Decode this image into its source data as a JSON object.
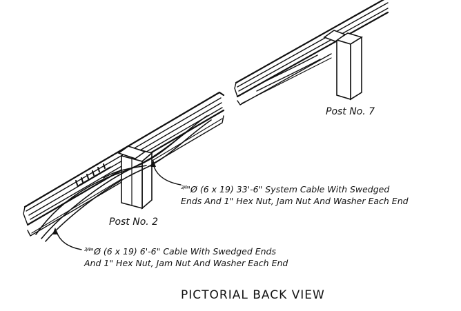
{
  "posts": [
    {
      "label": "Post No. 2"
    },
    {
      "label": "Post No. 7"
    }
  ],
  "callouts": {
    "system_cable": {
      "fraction": "3/4",
      "line1_rest": "\"Ø (6 x 19) 33'-6\" System Cable With Swedged",
      "line2": "Ends And 1\" Hex Nut, Jam Nut And Washer Each End"
    },
    "short_cable": {
      "fraction": "3/4",
      "line1_rest": "\"Ø (6 x 19) 6'-6\" Cable With Swedged Ends",
      "line2": "And 1\" Hex Nut, Jam Nut And Washer Each End"
    }
  },
  "view_title": "PICTORIAL BACK VIEW"
}
